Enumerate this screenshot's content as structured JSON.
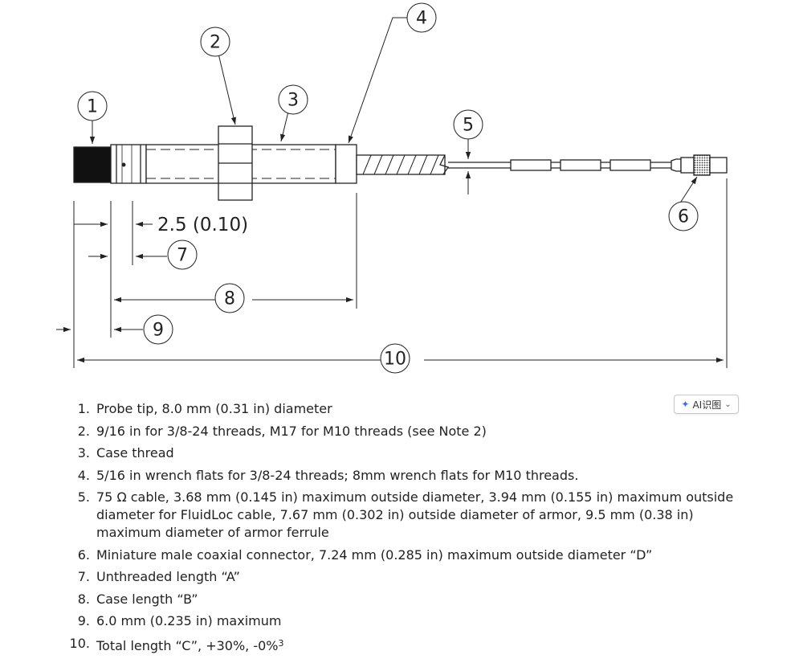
{
  "diagram": {
    "callouts": [
      "1",
      "2",
      "3",
      "4",
      "5",
      "6",
      "7",
      "8",
      "9",
      "10"
    ],
    "dimension_label": "2.5 (0.10)"
  },
  "legend": [
    {
      "num": "1.",
      "text": "Probe tip, 8.0 mm (0.31 in) diameter"
    },
    {
      "num": "2.",
      "text": "9/16 in for 3/8-24 threads, M17 for M10 threads (see Note 2)"
    },
    {
      "num": "3.",
      "text": "Case thread"
    },
    {
      "num": "4.",
      "text": "5/16 in wrench flats for 3/8-24 threads; 8mm wrench flats for M10 threads."
    },
    {
      "num": "5.",
      "text": "75 Ω cable, 3.68 mm (0.145 in) maximum outside diameter, 3.94 mm (0.155 in) maximum outside diameter for FluidLoc cable, 7.67 mm (0.302 in) outside diameter of armor, 9.5 mm (0.38 in) maximum diameter of armor ferrule"
    },
    {
      "num": "6.",
      "text": "Miniature male coaxial connector, 7.24 mm (0.285 in) maximum outside diameter “D”"
    },
    {
      "num": "7.",
      "text": "Unthreaded length “A”"
    },
    {
      "num": "8.",
      "text": "Case length “B”"
    },
    {
      "num": "9.",
      "text": "6.0 mm (0.235 in) maximum"
    },
    {
      "num": "10.",
      "text": "Total length “C”, +30%, -0%",
      "sup": "3"
    }
  ],
  "ai_button": {
    "label": "AI识图",
    "icon": "ai-sparkle-icon",
    "chevron": "⌄"
  }
}
